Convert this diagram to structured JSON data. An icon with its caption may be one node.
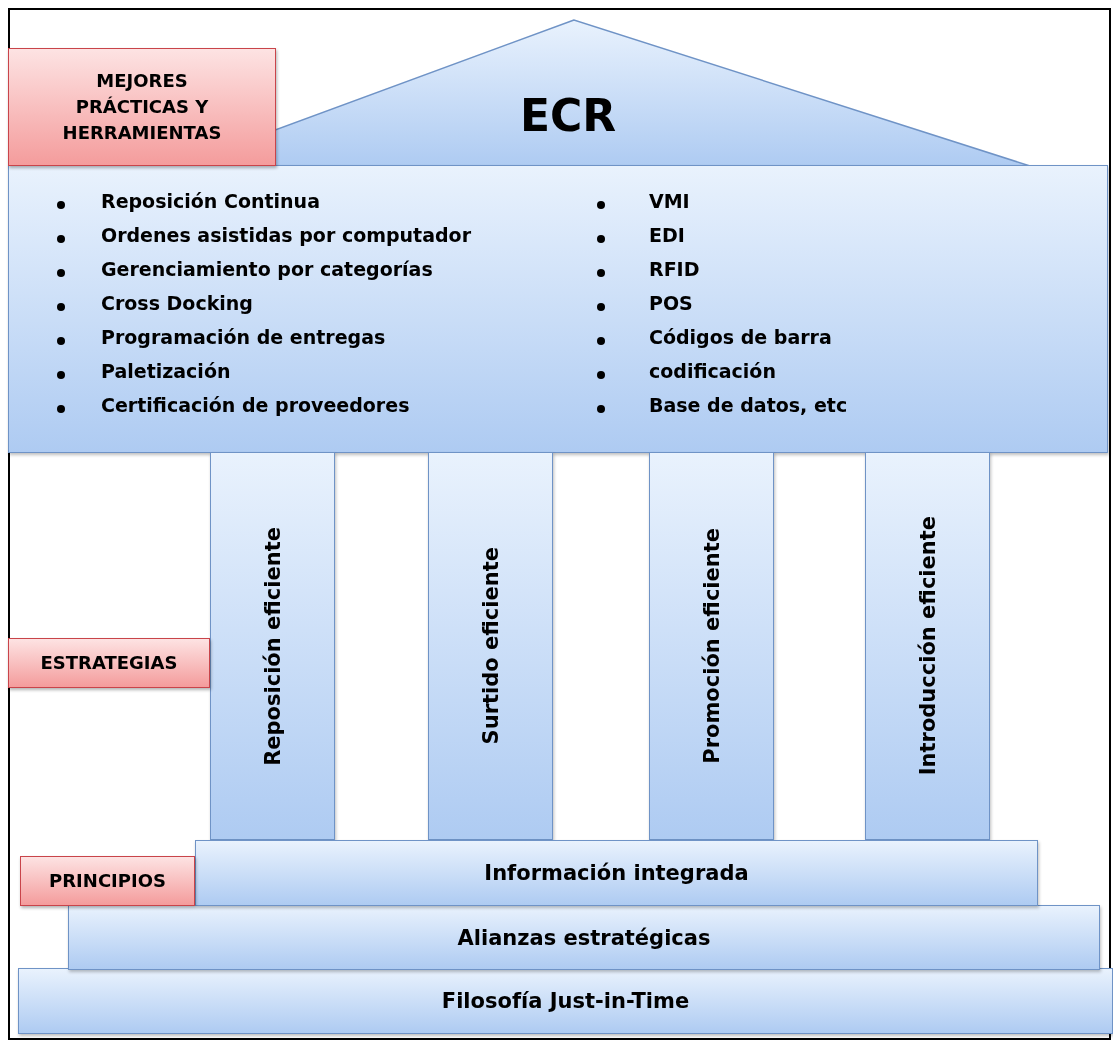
{
  "diagram": {
    "nodes": [
      {
        "text": [
          "ECR"
        ]
      },
      {
        "text": [
          "MEJORES PRÁCTICAS Y HERRAMIENTAS"
        ]
      },
      {
        "text": [
          "Reposición Continua",
          "Ordenes asistidas por computador",
          "Gerenciamiento por categorías",
          "Cross Docking",
          "Programación de entregas",
          "Paletización",
          "Certificación de proveedores",
          "VMI",
          "EDI",
          "RFID",
          "POS",
          "Códigos de barra",
          "codificación",
          "Base de datos, etc"
        ]
      },
      {
        "text": [
          "Reposición eficiente"
        ]
      },
      {
        "text": [
          "Surtido eficiente"
        ]
      },
      {
        "text": [
          "Promoción eficiente"
        ]
      },
      {
        "text": [
          "Introducción eficiente"
        ]
      },
      {
        "text": [
          "ESTRATEGIAS"
        ]
      },
      {
        "text": [
          "Información integrada"
        ]
      },
      {
        "text": [
          "PRINCIPIOS"
        ]
      },
      {
        "text": [
          "Alianzas estratégicas"
        ]
      },
      {
        "text": [
          "Filosofía Just-in-Time"
        ]
      }
    ]
  }
}
